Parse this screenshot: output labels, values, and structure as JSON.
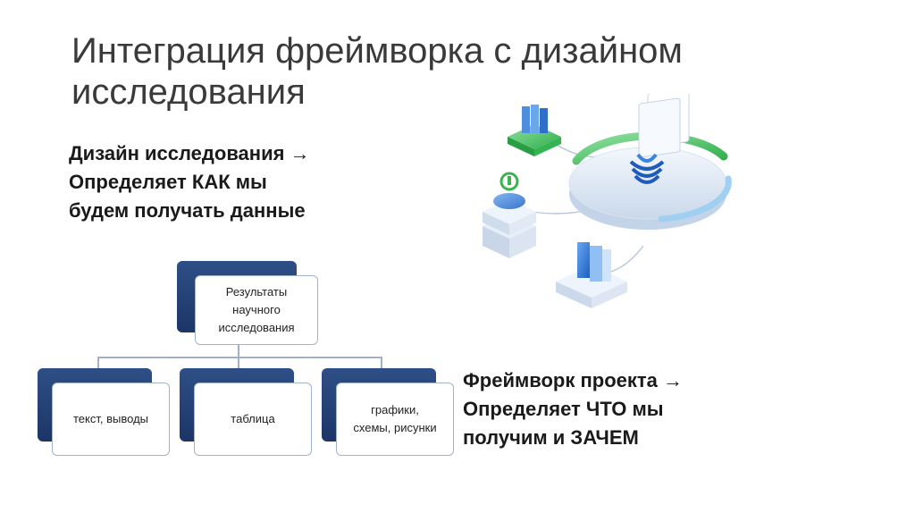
{
  "slide": {
    "title": "Интеграция фреймворка с дизайном исследования",
    "design_text": {
      "line1": "Дизайн исследования →",
      "line2": "Определяет КАК мы",
      "line3": "будем получать данные"
    },
    "framework_text": {
      "line1": "Фреймворк проекта →",
      "line2": "Определяет ЧТО мы",
      "line3": "получим и ЗАЧЕМ"
    }
  },
  "hierarchy": {
    "root": {
      "line1": "Результаты",
      "line2": "научного",
      "line3": "исследования"
    },
    "children": [
      {
        "line1": "текст, выводы",
        "line2": ""
      },
      {
        "line1": "таблица",
        "line2": ""
      },
      {
        "line1": "графики,",
        "line2": "схемы, рисунки"
      }
    ]
  },
  "colors": {
    "node_back": "#1c3566",
    "accent_green": "#46b94a",
    "accent_blue": "#2f74d0"
  }
}
